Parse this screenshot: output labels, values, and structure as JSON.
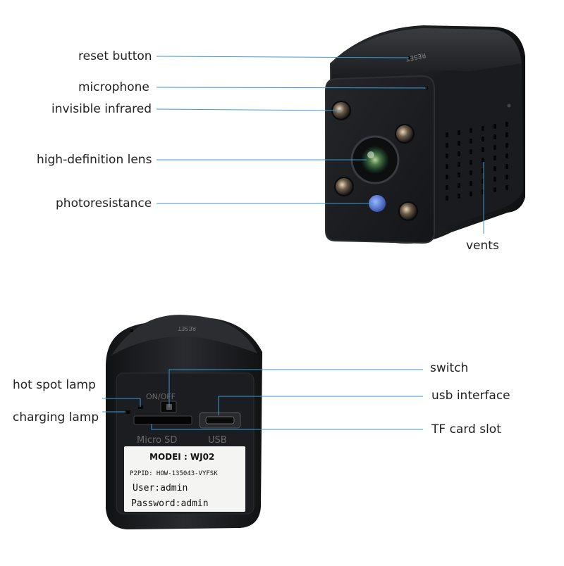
{
  "front_view": {
    "callouts": {
      "reset_button": "reset button",
      "microphone": "microphone",
      "invisible_infrared": "invisible infrared",
      "lens": "high-definition lens",
      "photoresistance": "photoresistance",
      "vents": "vents"
    },
    "engraving": "RESET"
  },
  "back_view": {
    "callouts": {
      "hot_spot_lamp": "hot spot lamp",
      "charging_lamp": "charging lamp",
      "switch": "switch",
      "usb_interface": "usb interface",
      "tf_card_slot": "TF card slot"
    },
    "engraving": "RESET",
    "panel_text": {
      "onoff": "ON/OFF",
      "micro_sd": "Micro SD",
      "usb": "USB"
    },
    "sticker": {
      "model": "MODEI : WJ02",
      "p2pid": "P2PID: HOW-135043-VYFSK",
      "user": "User:admin",
      "password": "Password:admin"
    }
  },
  "colors": {
    "leader_line": "#3a9ad6",
    "camera_body": "#1c1d20",
    "background": "#ffffff"
  }
}
